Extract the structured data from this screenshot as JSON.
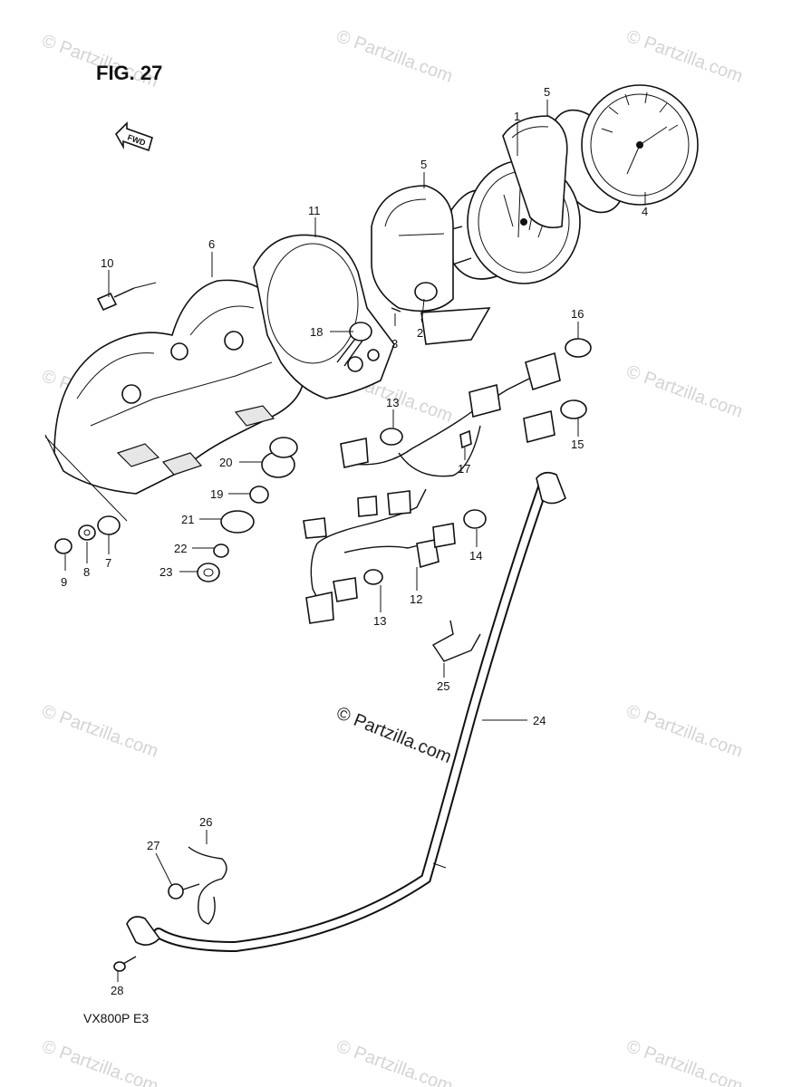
{
  "figure": {
    "title": "FIG. 27",
    "direction_label": "FWD",
    "model_label": "VX800P E3",
    "watermark_text": "© Partzilla.com"
  },
  "callouts": [
    {
      "id": "c1",
      "text": "1"
    },
    {
      "id": "c2",
      "text": "2"
    },
    {
      "id": "c3",
      "text": "3"
    },
    {
      "id": "c4",
      "text": "4"
    },
    {
      "id": "c5a",
      "text": "5"
    },
    {
      "id": "c5b",
      "text": "5"
    },
    {
      "id": "c6",
      "text": "6"
    },
    {
      "id": "c7",
      "text": "7"
    },
    {
      "id": "c8",
      "text": "8"
    },
    {
      "id": "c9",
      "text": "9"
    },
    {
      "id": "c10",
      "text": "10"
    },
    {
      "id": "c11",
      "text": "11"
    },
    {
      "id": "c12",
      "text": "12"
    },
    {
      "id": "c13a",
      "text": "13"
    },
    {
      "id": "c13b",
      "text": "13"
    },
    {
      "id": "c14",
      "text": "14"
    },
    {
      "id": "c15",
      "text": "15"
    },
    {
      "id": "c16",
      "text": "16"
    },
    {
      "id": "c17",
      "text": "17"
    },
    {
      "id": "c18",
      "text": "18"
    },
    {
      "id": "c19",
      "text": "19"
    },
    {
      "id": "c20",
      "text": "20"
    },
    {
      "id": "c21",
      "text": "21"
    },
    {
      "id": "c22",
      "text": "22"
    },
    {
      "id": "c23",
      "text": "23"
    },
    {
      "id": "c24",
      "text": "24"
    },
    {
      "id": "c25",
      "text": "25"
    },
    {
      "id": "c26",
      "text": "26"
    },
    {
      "id": "c27",
      "text": "27"
    },
    {
      "id": "c28",
      "text": "28"
    }
  ]
}
